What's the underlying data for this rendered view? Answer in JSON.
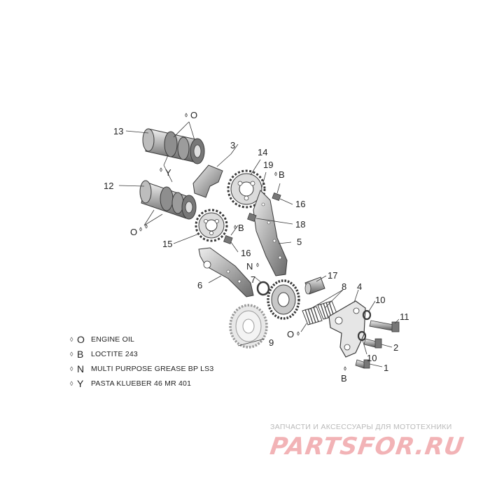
{
  "callouts": {
    "c1": "1",
    "c2": "2",
    "c3": "3",
    "c4": "4",
    "c5": "5",
    "c6": "6",
    "c7": "7",
    "c8": "8",
    "c9": "9",
    "c10a": "10",
    "c10b": "10",
    "c11": "11",
    "c12": "12",
    "c13": "13",
    "c14": "14",
    "c15": "15",
    "c16a": "16",
    "c16b": "16",
    "c17": "17",
    "c18": "18",
    "c19": "19",
    "o_top": "O",
    "o_left": "O",
    "o_mid": "O",
    "y_top": "Y",
    "b_a": "B",
    "b_b": "B",
    "b_c": "B",
    "n_a": "N"
  },
  "legend": [
    {
      "code": "O",
      "text": "ENGINE OIL"
    },
    {
      "code": "B",
      "text": "LOCTITE 243"
    },
    {
      "code": "N",
      "text": "MULTI PURPOSE GREASE BP LS3"
    },
    {
      "code": "Y",
      "text": "PASTA KLUEBER 46 MR 401"
    }
  ],
  "watermark": {
    "caption": "ЗАПЧАСТИ И АКСЕССУАРЫ ДЛЯ МОТОТЕХНИКИ",
    "logo": "PARTSFOR.RU"
  },
  "colors": {
    "line": "#3a3a3a",
    "shade": "#9a9a9a",
    "light": "#d6d6d6",
    "watermark_text": "#b9b9b9",
    "watermark_logo": "#f2b3b6"
  }
}
